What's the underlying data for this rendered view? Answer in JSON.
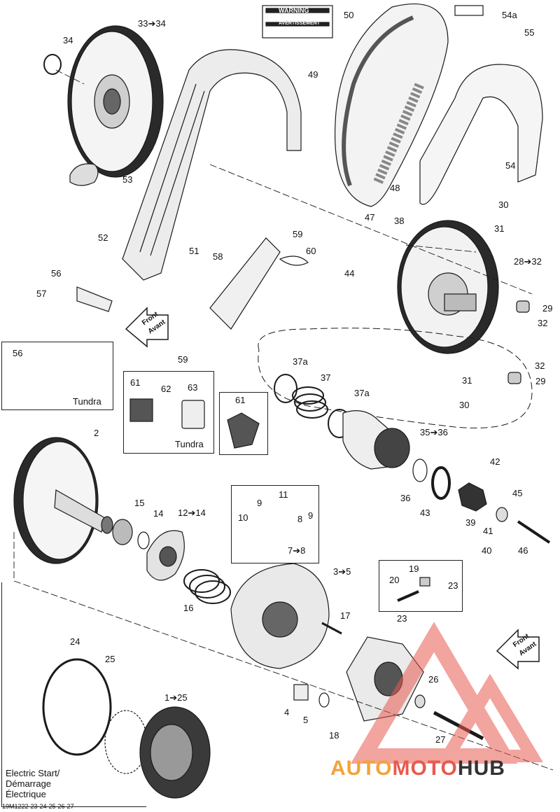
{
  "parts": {
    "p1": "1➔25",
    "p2": "2",
    "p3": "3➔5",
    "p4": "4",
    "p5": "5",
    "p7": "7➔8",
    "p8": "8",
    "p9a": "9",
    "p9b": "9",
    "p10": "10",
    "p11": "11",
    "p12": "12➔14",
    "p14": "14",
    "p15": "15",
    "p16": "16",
    "p17": "17",
    "p18": "18",
    "p19": "19",
    "p20": "20",
    "p23a": "23",
    "p23b": "23",
    "p24": "24",
    "p25": "25",
    "p26": "26",
    "p27": "27",
    "p28": "28➔32",
    "p29a": "29",
    "p29b": "29",
    "p30a": "30",
    "p30b": "30",
    "p31a": "31",
    "p31b": "31",
    "p32a": "32",
    "p32b": "32",
    "p33": "33➔34",
    "p34": "34",
    "p35": "35➔36",
    "p36": "36",
    "p37": "37",
    "p37a1": "37a",
    "p37a2": "37a",
    "p38": "38",
    "p39": "39",
    "p40": "40",
    "p41": "41",
    "p42": "42",
    "p43": "43",
    "p44": "44",
    "p45": "45",
    "p46": "46",
    "p47": "47",
    "p48": "48",
    "p49": "49",
    "p50": "50",
    "p51": "51",
    "p52": "52",
    "p53": "53",
    "p54": "54",
    "p54a": "54a",
    "p55": "55",
    "p56a": "56",
    "p56b": "56",
    "p57": "57",
    "p58": "58",
    "p59a": "59",
    "p59b": "59",
    "p60": "60",
    "p61a": "61",
    "p61b": "61",
    "p62": "62",
    "p63": "63"
  },
  "notes": {
    "front1_a": "Front",
    "front1_b": "Avant",
    "front2_a": "Front",
    "front2_b": "Avant",
    "tundra1": "Tundra",
    "tundra2": "Tundra",
    "electric_1": "Electric Start/",
    "electric_2": "Démarrage",
    "electric_3": "Électrique",
    "code": "19M1222-23-24-25-26-27",
    "warning_title": "WARNING",
    "warning_title2": "AVERTISSEMENT"
  },
  "watermark": {
    "part1": "AUTO",
    "part2": "MOTO",
    "part3": "HUB",
    "color1": "#f2a33a",
    "color2": "#e85a4f",
    "color3": "#333333"
  }
}
